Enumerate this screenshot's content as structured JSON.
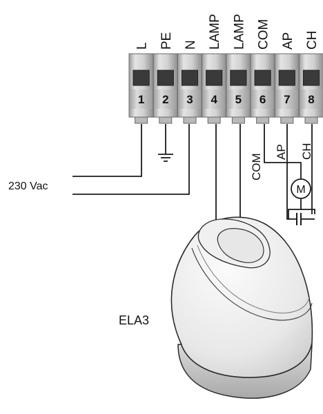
{
  "terminal_block": {
    "terminals": [
      {
        "number": "1",
        "label": "L"
      },
      {
        "number": "2",
        "label": "PE"
      },
      {
        "number": "3",
        "label": "N"
      },
      {
        "number": "4",
        "label": "LAMP"
      },
      {
        "number": "5",
        "label": "LAMP"
      },
      {
        "number": "6",
        "label": "COM"
      },
      {
        "number": "7",
        "label": "AP"
      },
      {
        "number": "8",
        "label": "CH"
      }
    ]
  },
  "supply": {
    "label": "230 Vac"
  },
  "motor": {
    "symbol": "M",
    "wire_labels": {
      "com": "COM",
      "ap": "AP",
      "ch": "CH"
    }
  },
  "lamp": {
    "label": "ELA3"
  }
}
